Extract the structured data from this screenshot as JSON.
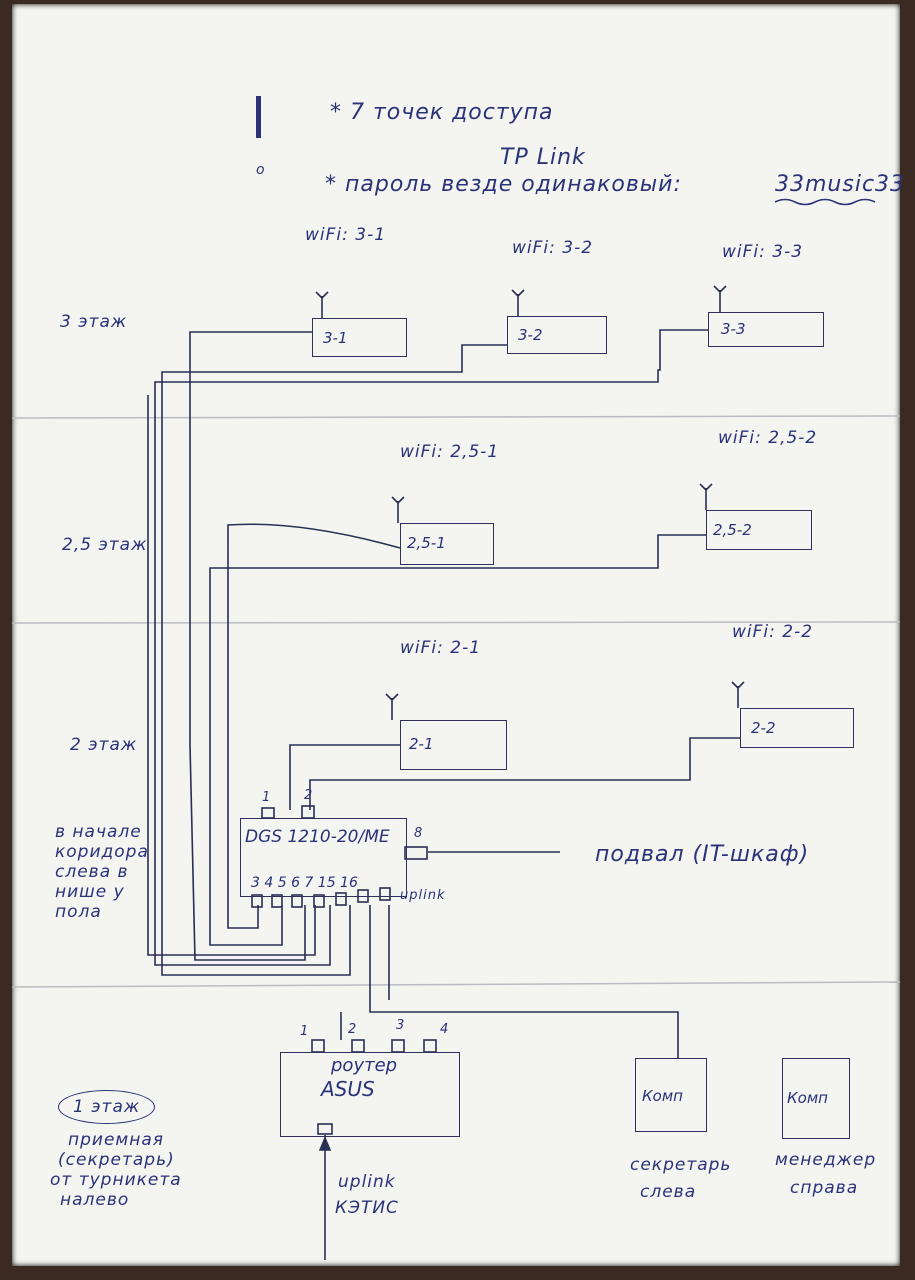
{
  "header": {
    "line1": "* 7 точек доступа",
    "line2": "TP Link",
    "line3": "* пароль везде одинаковый:",
    "password": "33music33"
  },
  "floors": [
    "3 этаж",
    "2,5 этаж",
    "2 этаж",
    "1 этаж"
  ],
  "access_points": [
    {
      "wifi": "wiFi: 3-1",
      "box": "3-1"
    },
    {
      "wifi": "wiFi: 3-2",
      "box": "3-2"
    },
    {
      "wifi": "wiFi: 3-3",
      "box": "3-3"
    },
    {
      "wifi": "wiFi: 2,5-1",
      "box": "2,5-1"
    },
    {
      "wifi": "wiFi: 2,5-2",
      "box": "2,5-2"
    },
    {
      "wifi": "wiFi: 2-1",
      "box": "2-1"
    },
    {
      "wifi": "wiFi: 2-2",
      "box": "2-2"
    }
  ],
  "switch": {
    "model": "DGS 1210-20/ME",
    "ports_top": [
      "1",
      "2"
    ],
    "ports_bottom": "3 4 5 6 7 15 16",
    "port_side": "8",
    "uplink": "uplink",
    "basement": "подвал (IT-шкаф)",
    "location": [
      "в начале",
      "коридора",
      "слева в",
      "нише у",
      "пола"
    ]
  },
  "router": {
    "name_line1": "роутер",
    "name_line2": "ASUS",
    "ports": [
      "1",
      "2",
      "3",
      "4"
    ],
    "uplink_line1": "uplink",
    "uplink_line2": "КЭТИС"
  },
  "computers": [
    {
      "label": "Комп",
      "caption1": "секретарь",
      "caption2": "слева"
    },
    {
      "label": "Комп",
      "caption1": "менеджер",
      "caption2": "справа"
    }
  ],
  "reception": [
    "приемная",
    "(секретарь)",
    "от турникета",
    "налево"
  ]
}
